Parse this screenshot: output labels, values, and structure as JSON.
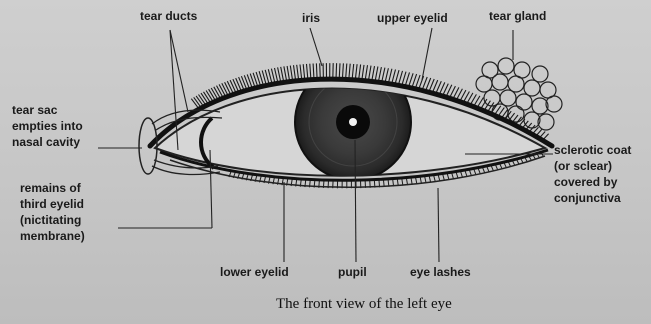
{
  "labels": {
    "tear_ducts": "tear ducts",
    "iris": "iris",
    "upper_eyelid": "upper eyelid",
    "tear_gland": "tear gland",
    "tear_sac": [
      "tear sac",
      "empties into",
      "nasal cavity"
    ],
    "third_eyelid": [
      "remains of",
      "third eyelid",
      "(nictitating",
      "membrane)"
    ],
    "sclerotic_coat": [
      "sclerotic coat",
      "(or sclear)",
      "covered by",
      "conjunctiva"
    ],
    "lower_eyelid": "lower eyelid",
    "pupil": "pupil",
    "eye_lashes": "eye lashes"
  },
  "caption": "The front view of the left eye"
}
